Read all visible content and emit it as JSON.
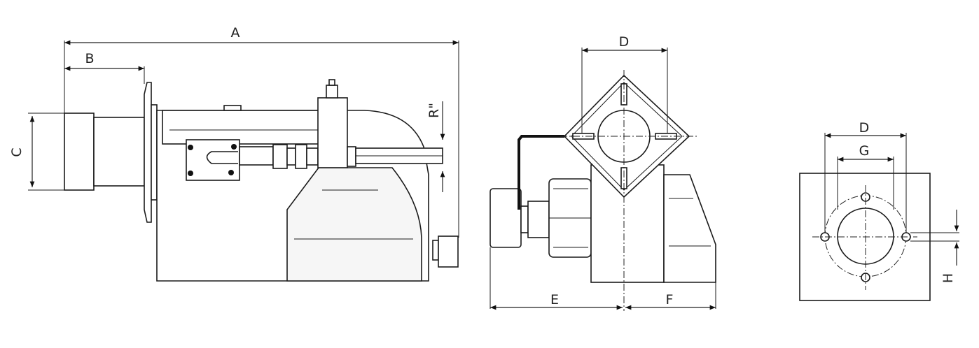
{
  "labels": {
    "A": "A",
    "B": "B",
    "C": "C",
    "R": "R\"",
    "D": "D",
    "E": "E",
    "F": "F",
    "D2": "D",
    "G": "G",
    "H": "H"
  }
}
